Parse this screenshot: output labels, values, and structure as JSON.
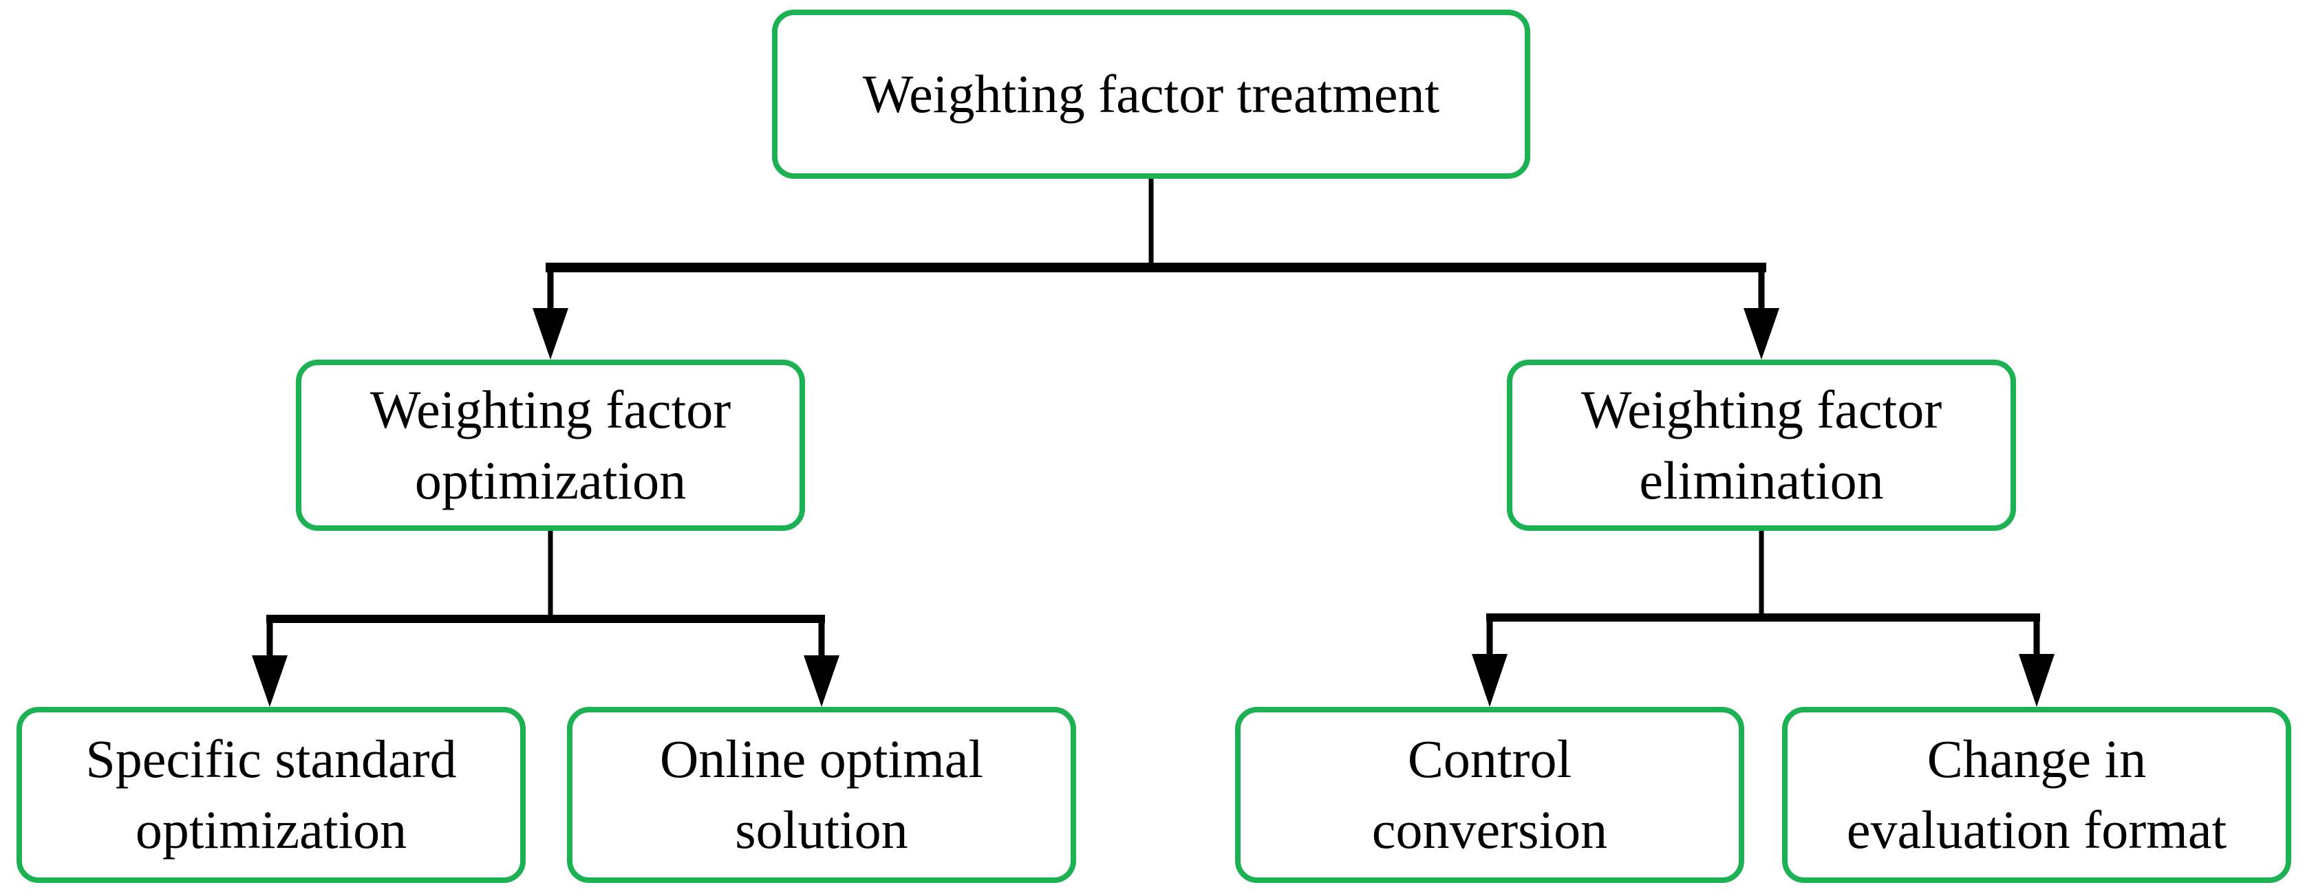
{
  "diagram": {
    "title": "Weighting factor treatment",
    "type": "tree-flowchart",
    "colors": {
      "box_border": "#1CB152",
      "connector": "#000000",
      "text": "#000000",
      "background": "#FFFFFF"
    },
    "nodes": {
      "root": {
        "label": "Weighting factor treatment"
      },
      "optimization": {
        "label": "Weighting factor\noptimization"
      },
      "elimination": {
        "label": "Weighting factor\nelimination"
      },
      "specific": {
        "label": "Specific standard\noptimization"
      },
      "online": {
        "label": "Online optimal\nsolution"
      },
      "control": {
        "label": "Control\nconversion"
      },
      "change": {
        "label": "Change in\nevaluation format"
      }
    },
    "edges": [
      {
        "from": "root",
        "to": "optimization"
      },
      {
        "from": "root",
        "to": "elimination"
      },
      {
        "from": "optimization",
        "to": "specific"
      },
      {
        "from": "optimization",
        "to": "online"
      },
      {
        "from": "elimination",
        "to": "control"
      },
      {
        "from": "elimination",
        "to": "change"
      }
    ]
  }
}
